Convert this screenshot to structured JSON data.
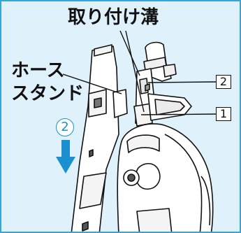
{
  "labels": {
    "groove": "取り付け溝",
    "hose_stand_line1": "ホース",
    "hose_stand_line2": "スタンド"
  },
  "callouts": {
    "one": "1",
    "two": "2"
  },
  "step": {
    "number": "2",
    "direction": "down"
  },
  "colors": {
    "background": "#dff1fb",
    "border": "#3aa3dc",
    "arrow": "#1c8fd0",
    "line": "#111111"
  }
}
